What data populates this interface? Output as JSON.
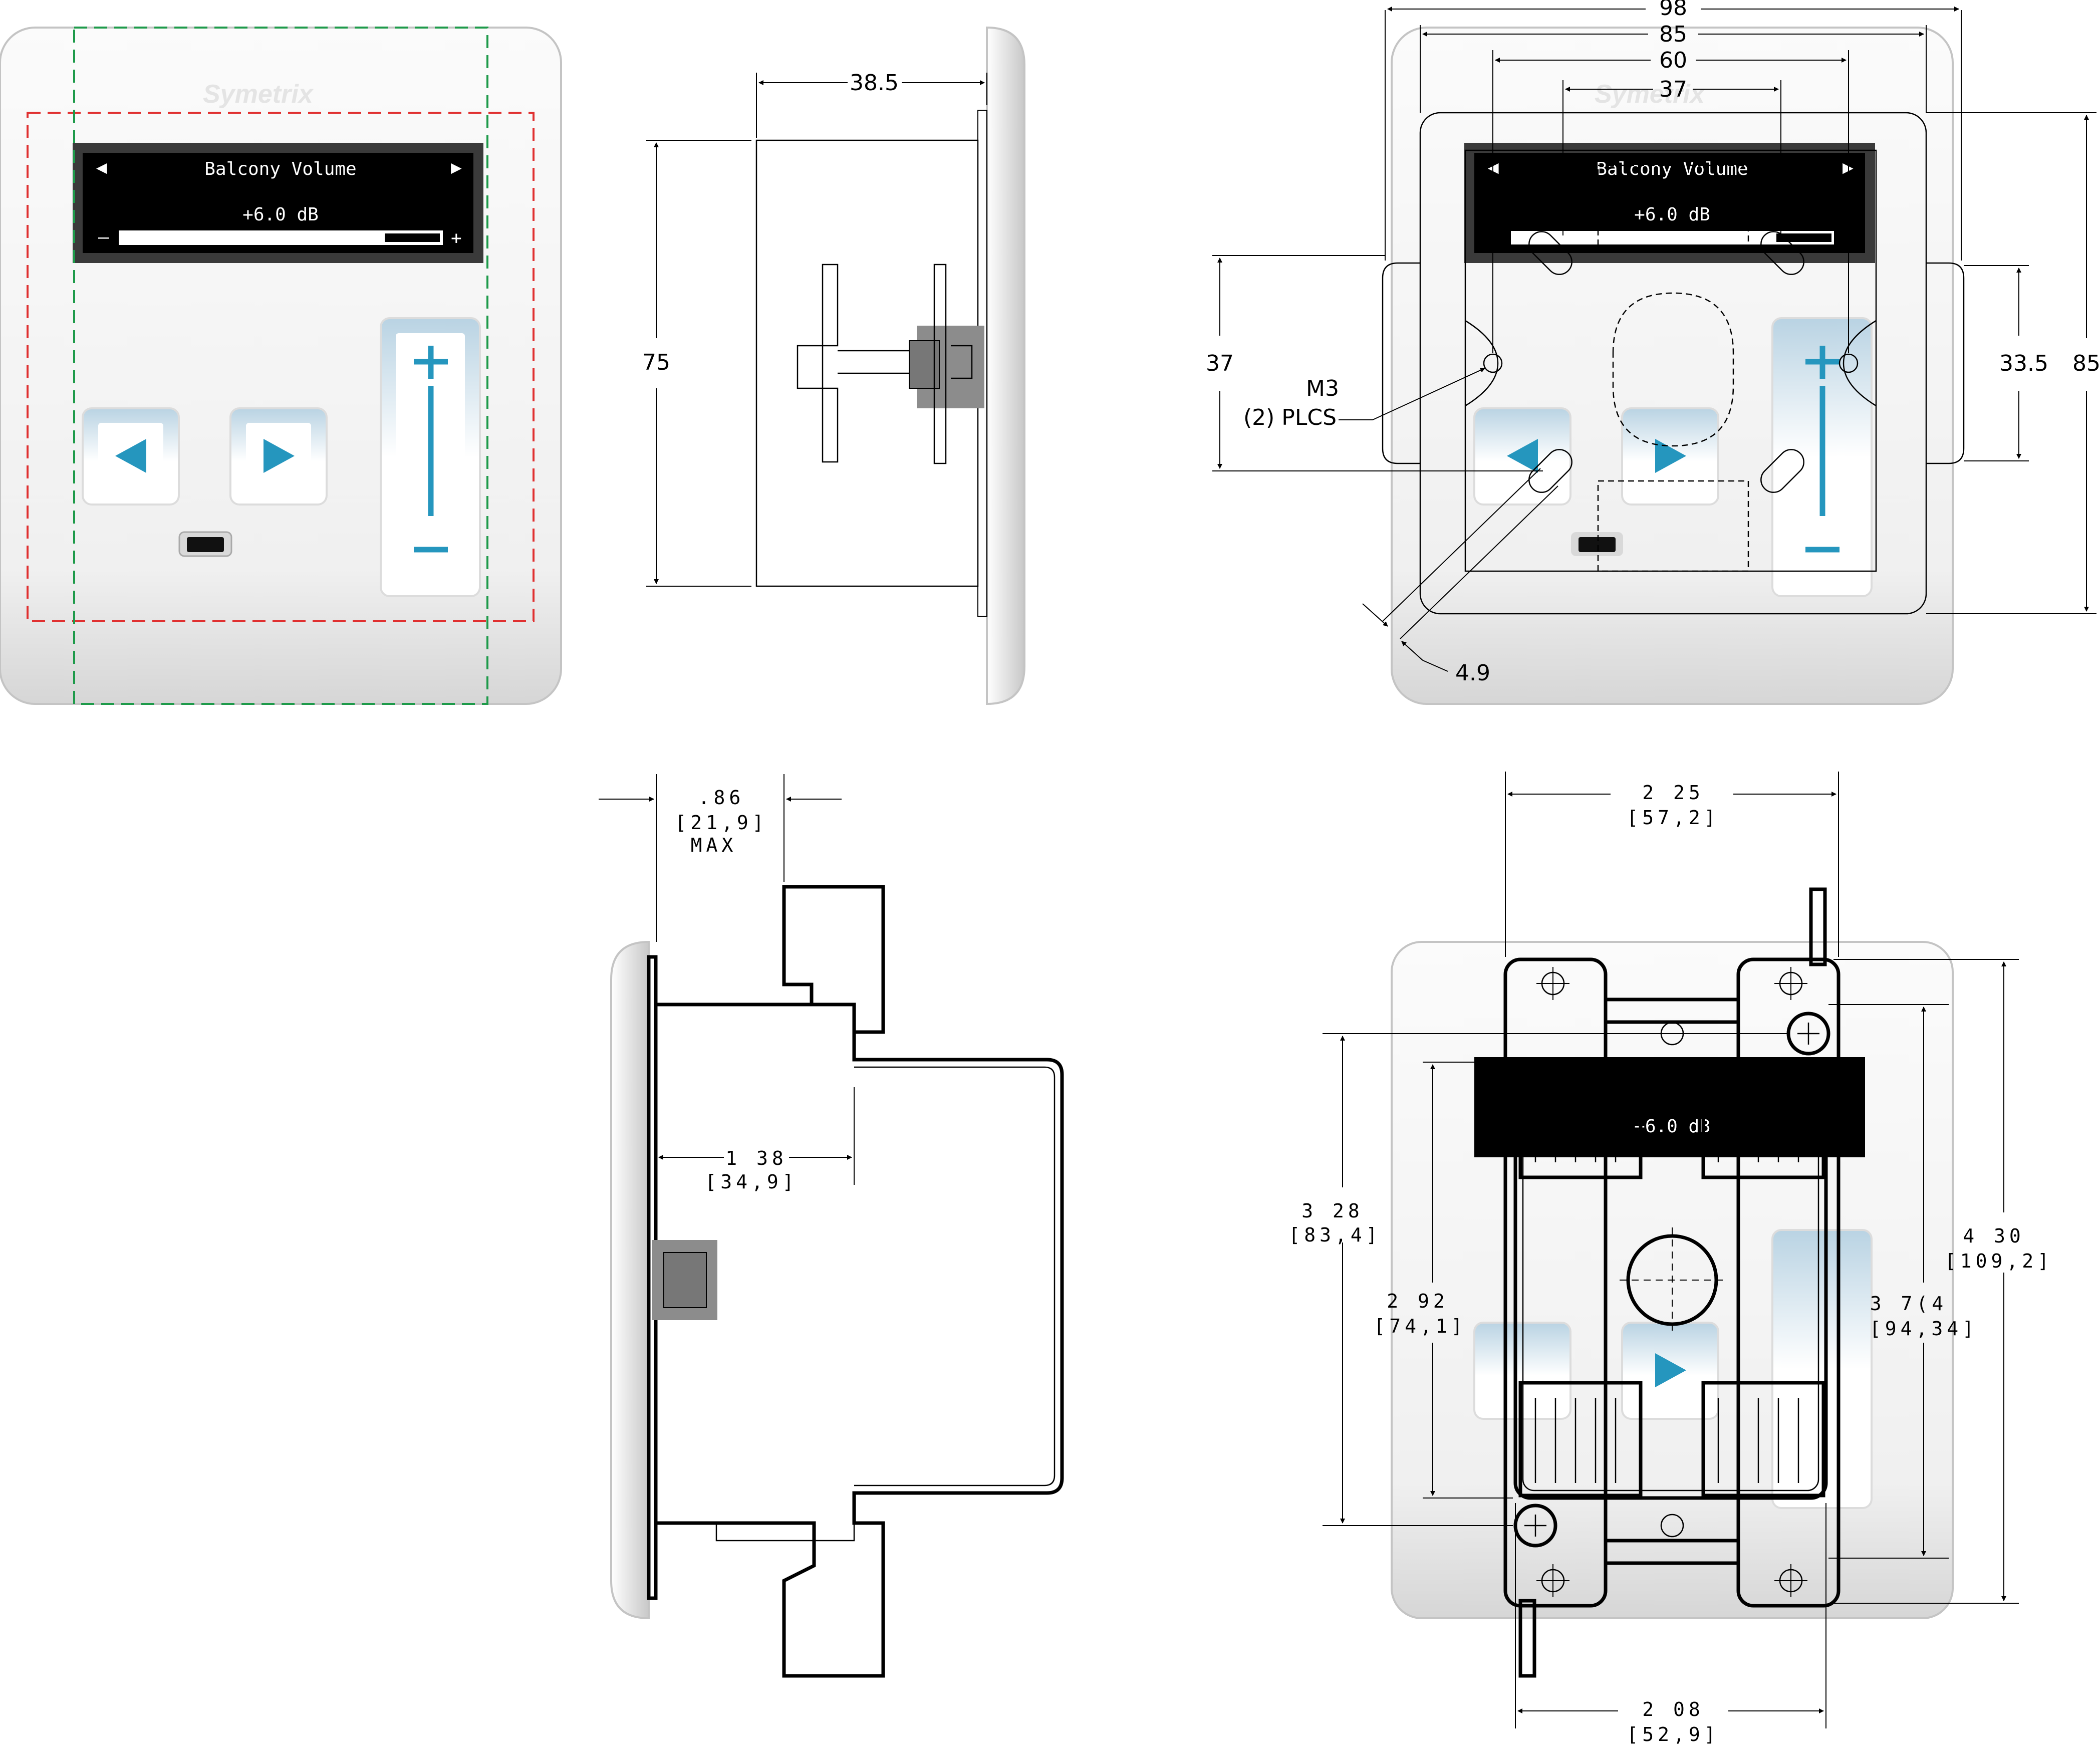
{
  "brand": "Symetrix",
  "display": {
    "title": "Balcony Volume",
    "value": "+6.0 dB",
    "left_arrow": "◀",
    "right_arrow": "▶",
    "minus": "–",
    "plus": "+",
    "level_fraction": 0.82
  },
  "views": {
    "side_metric": {
      "depth": "38.5",
      "height": "75"
    },
    "front_metric": {
      "width_98": "98",
      "width_85": "85",
      "width_60": "60",
      "width_37": "37",
      "height_37": "37",
      "height_33_5": "33.5",
      "height_85": "85",
      "screw_line1": "M3",
      "screw_line2": "(2)  PLCS",
      "slot": "4.9"
    },
    "side_imperial": {
      "max_depth": ".86",
      "max_depth_mm": "[21,9]",
      "max_label": "MAX",
      "depth": "1 38",
      "depth_mm": "[34,9]"
    },
    "back_imperial": {
      "width_top": "2 25",
      "width_top_mm": "[57,2]",
      "width_bottom": "2 08",
      "width_bottom_mm": "[52,9]",
      "h_328": "3 28",
      "h_328_mm": "[83,4]",
      "h_292": "2 92",
      "h_292_mm": "[74,1]",
      "h_374": "3 7(4",
      "h_374_mm": "[94,34]",
      "h_430": "4 30",
      "h_430_mm": "[109,2]"
    }
  },
  "colors": {
    "accent": "#2596be",
    "plate": "#f2f2f2",
    "display_bg": "#000000",
    "guide_red": "#e03030",
    "guide_green": "#1e9a4a"
  }
}
